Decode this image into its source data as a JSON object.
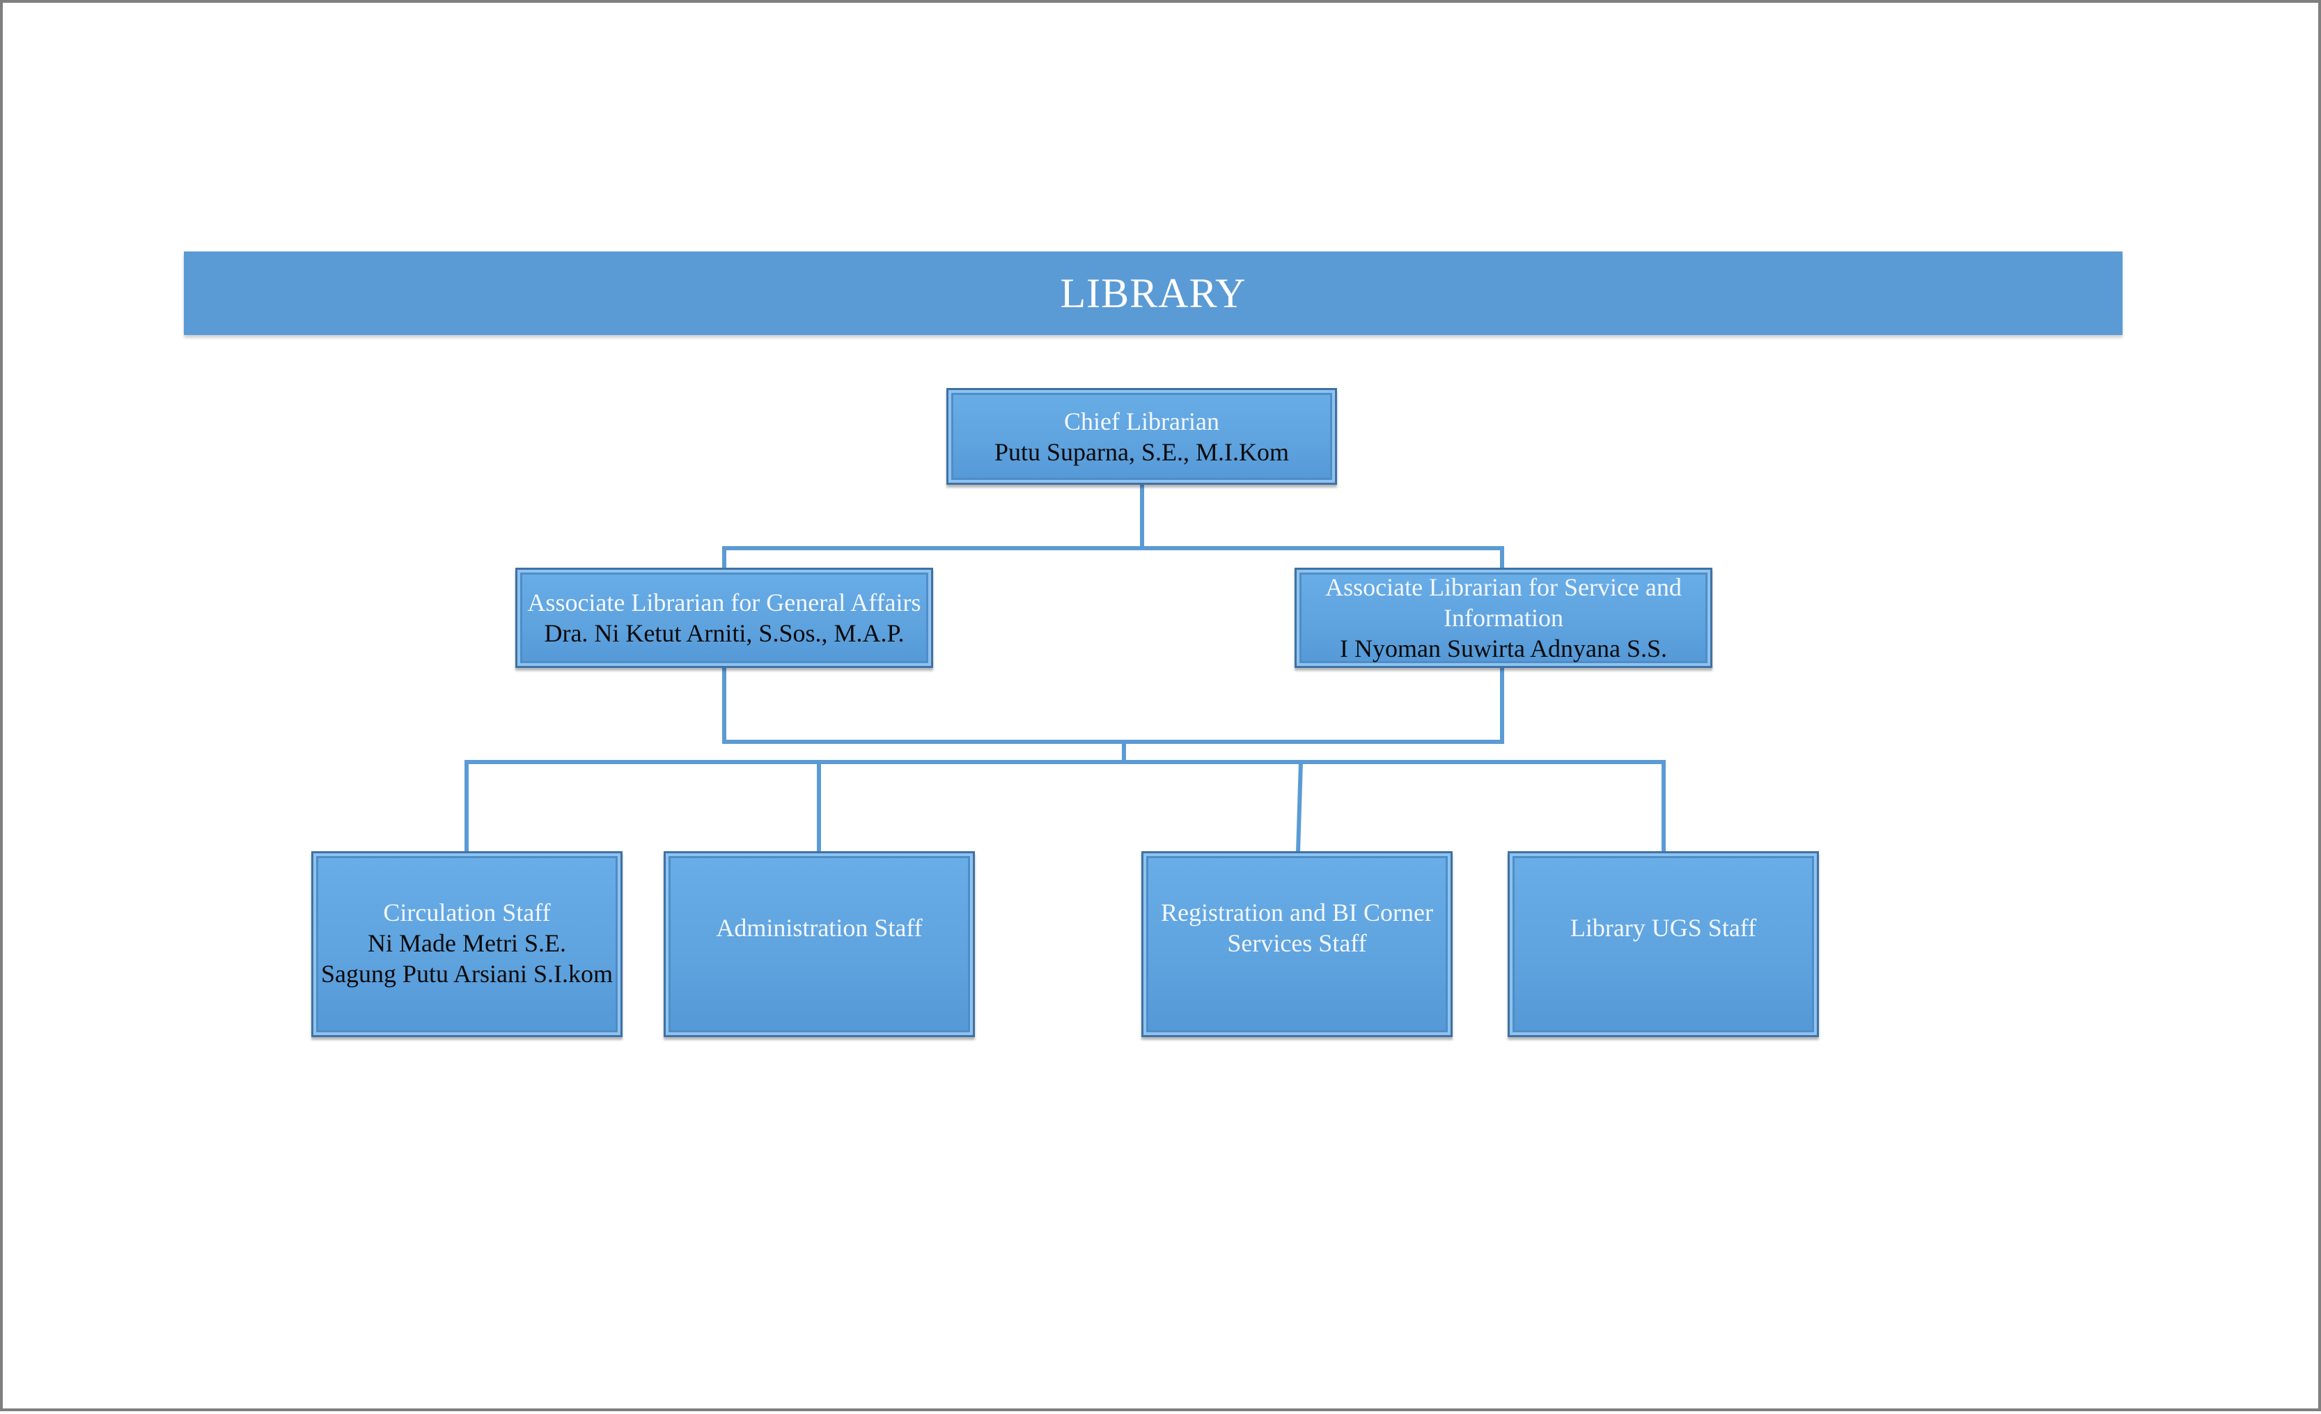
{
  "title": "LIBRARY",
  "colors": {
    "banner": "#5b9bd5",
    "node_fill": "#5fa3df",
    "node_border": "#3f72a6",
    "connector": "#5b9bd5",
    "role_text": "#f3f8fd",
    "name_text": "#0a0a0a"
  },
  "chief": {
    "role": "Chief Librarian",
    "name": "Putu Suparna, S.E., M.I.Kom"
  },
  "associates": [
    {
      "role": "Associate Librarian for General Affairs",
      "name": "Dra. Ni Ketut Arniti, S.Sos., M.A.P."
    },
    {
      "role_line1": "Associate Librarian for Service and",
      "role_line2": "Information",
      "name": "I Nyoman Suwirta Adnyana S.S."
    }
  ],
  "staff": [
    {
      "role": "Circulation Staff",
      "names": [
        "Ni Made Metri S.E.",
        "Sagung Putu Arsiani S.I.kom"
      ]
    },
    {
      "role": "Administration Staff"
    },
    {
      "role_line1": "Registration and BI Corner",
      "role_line2": "Services Staff"
    },
    {
      "role": "Library UGS Staff"
    }
  ]
}
